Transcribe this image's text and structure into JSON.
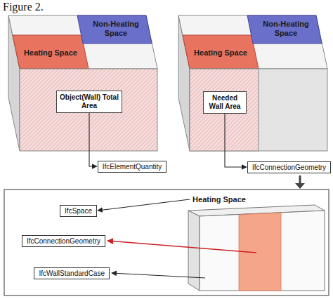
{
  "diagram": {
    "title": "Figure 2.",
    "nodes": [
      {
        "text": [
          "Heating Space"
        ]
      },
      {
        "text": [
          "Non-Heating Space"
        ]
      },
      {
        "text": [
          "Object(Wall) Total Area"
        ]
      },
      {
        "text": [
          "IfcElementQuantity"
        ]
      },
      {
        "text": [
          "Heating Space"
        ]
      },
      {
        "text": [
          "Non-Heating Space"
        ]
      },
      {
        "text": [
          "Needed Wall Area"
        ]
      },
      {
        "text": [
          "IfcConnectionGeometry"
        ]
      },
      {
        "text": [
          "IfcSpace"
        ]
      },
      {
        "text": [
          "IfcConnectionGeometry"
        ]
      },
      {
        "text": [
          "IfcWallStandardCase"
        ]
      },
      {
        "text": [
          "Heating Space"
        ]
      }
    ],
    "edges": [
      {
        "from": 2,
        "to": 3,
        "arrow": "to"
      },
      {
        "from": 6,
        "to": 7,
        "arrow": "to"
      },
      {
        "from": 11,
        "to": 8,
        "arrow": "to"
      }
    ]
  }
}
